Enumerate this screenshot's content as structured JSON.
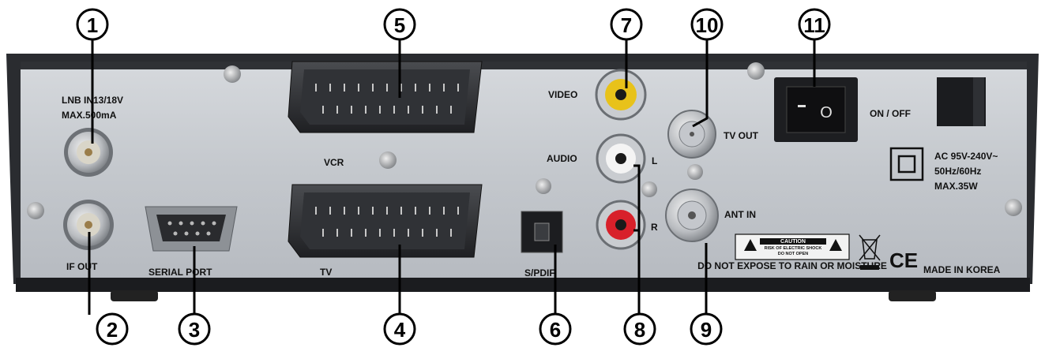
{
  "callouts": [
    {
      "number": "1"
    },
    {
      "number": "2"
    },
    {
      "number": "3"
    },
    {
      "number": "4"
    },
    {
      "number": "5"
    },
    {
      "number": "6"
    },
    {
      "number": "7"
    },
    {
      "number": "8"
    },
    {
      "number": "9"
    },
    {
      "number": "10"
    },
    {
      "number": "11"
    }
  ],
  "labels": {
    "lnb_in": "LNB IN13/18V",
    "lnb_max": "MAX.500mA",
    "if_out": "IF OUT",
    "serial_port": "SERIAL PORT",
    "vcr": "VCR",
    "tv": "TV",
    "video": "VIDEO",
    "audio": "AUDIO",
    "l": "L",
    "r": "R",
    "spdif": "S/PDIF",
    "tv_out": "TV OUT",
    "ant_in": "ANT IN",
    "on_off": "ON / OFF",
    "ac_line1": "AC 95V-240V~",
    "ac_line2": "50Hz/60Hz",
    "ac_line3": "MAX.35W",
    "caution": "CAUTION",
    "caution_line1": "RISK OF ELECTRIC SHOCK",
    "caution_line2": "DO NOT OPEN",
    "rain_warning": "DO NOT EXPOSE TO RAIN OR MOISTURE",
    "made_in": "MADE IN KOREA",
    "ce_mark": "CE",
    "switch_off_mark": "O"
  },
  "colors": {
    "panel": "#c9cdd2",
    "frame": "#2a2c30",
    "rca_video": "#e8c21a",
    "rca_right": "#d8202a"
  }
}
